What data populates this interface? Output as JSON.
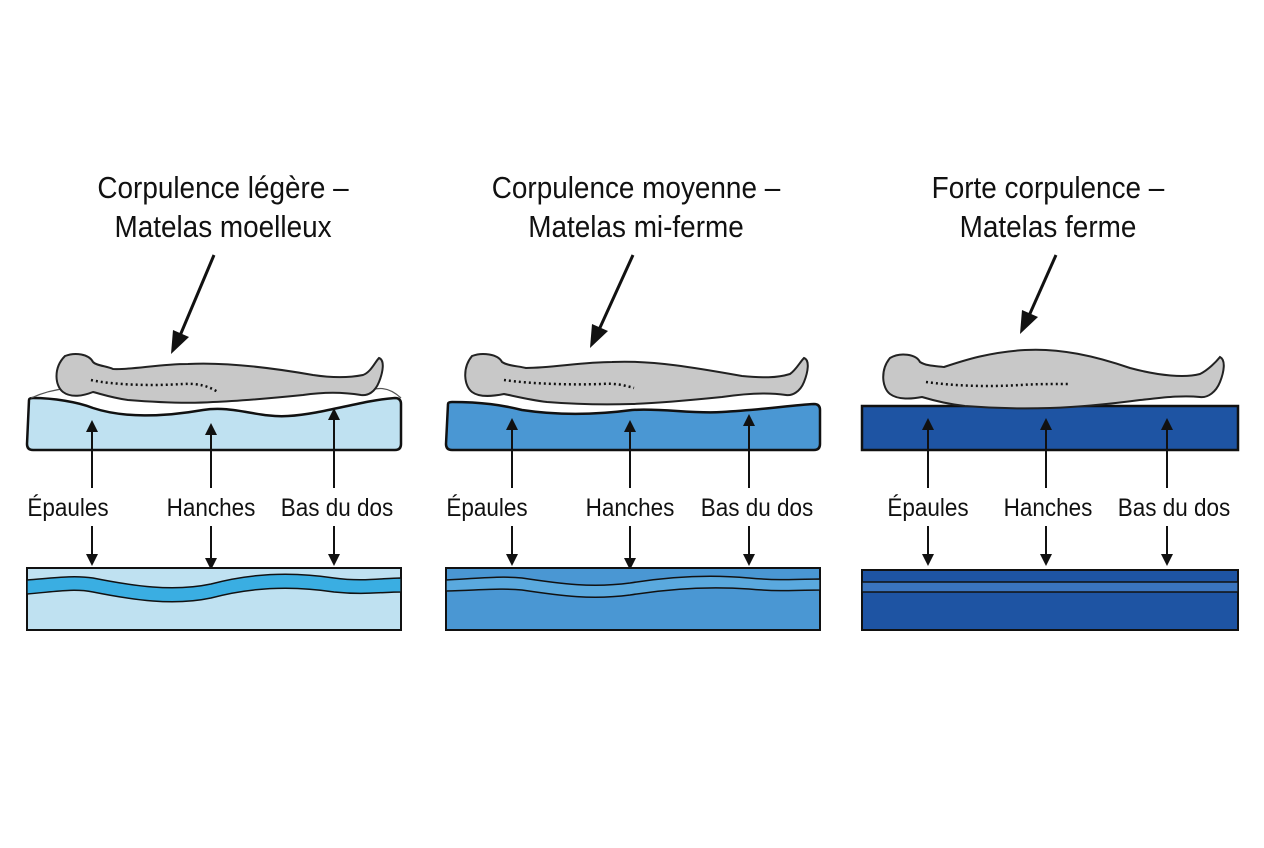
{
  "panels": [
    {
      "title_line1": "Corpulence légère –",
      "title_line2": "Matelas moelleux",
      "firmness": "soft",
      "colors": {
        "mattress": "#bfe1f1",
        "band": "#3aaee2",
        "stroke": "#111111"
      },
      "labels": {
        "shoulders": "Épaules",
        "hips": "Hanches",
        "lower_back": "Bas du dos"
      }
    },
    {
      "title_line1": "Corpulence moyenne –",
      "title_line2": "Matelas mi-ferme",
      "firmness": "medium",
      "colors": {
        "mattress": "#4a97d3",
        "band": "#5aa9de",
        "stroke": "#111111"
      },
      "labels": {
        "shoulders": "Épaules",
        "hips": "Hanches",
        "lower_back": "Bas du dos"
      }
    },
    {
      "title_line1": "Forte corpulence –",
      "title_line2": "Matelas ferme",
      "firmness": "firm",
      "colors": {
        "mattress": "#1e54a3",
        "band": "#3a74bf",
        "stroke": "#111111"
      },
      "labels": {
        "shoulders": "Épaules",
        "hips": "Hanches",
        "lower_back": "Bas du dos"
      }
    }
  ],
  "colors": {
    "body_fill": "#c8c8c8",
    "body_stroke": "#222222",
    "background": "#ffffff"
  },
  "icons": {
    "pointer": "arrow-down-left-icon",
    "pressure": "double-arrow-icon"
  }
}
